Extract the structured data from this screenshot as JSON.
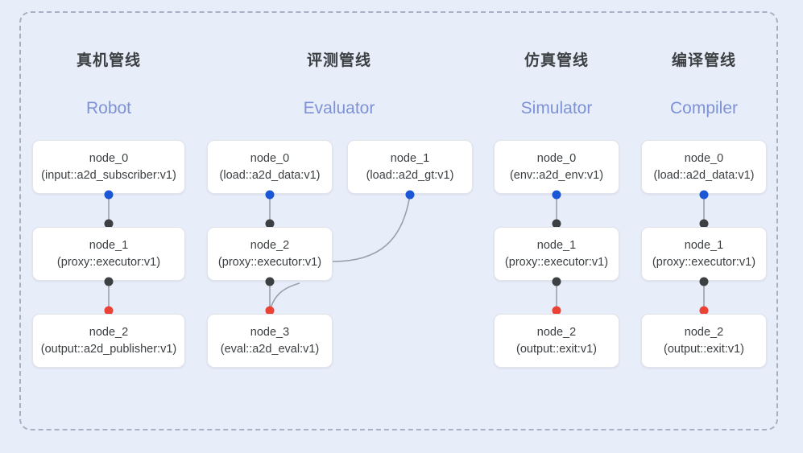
{
  "container": {
    "border_color": "#a9b0c4",
    "background": "#e8edfa"
  },
  "colors": {
    "accent_blue": "#1a56d6",
    "accent_red": "#ea4335",
    "accent_black": "#3c4043",
    "subtitle_blue": "#7e93d6",
    "edge_gray": "#9aa0ad",
    "node_bg": "#ffffff",
    "node_border": "#e2e4ea"
  },
  "columns": [
    {
      "key": "robot",
      "title": "真机管线",
      "subtitle": "Robot",
      "nodes": [
        {
          "id": "node_0",
          "type": "(input::a2d_subscriber:v1)"
        },
        {
          "id": "node_1",
          "type": "(proxy::executor:v1)"
        },
        {
          "id": "node_2",
          "type": "(output::a2d_publisher:v1)"
        }
      ]
    },
    {
      "key": "evaluator",
      "title": "评测管线",
      "subtitle": "Evaluator",
      "nodes": [
        {
          "id": "node_0",
          "type": "(load::a2d_data:v1)"
        },
        {
          "id": "node_1",
          "type": "(load::a2d_gt:v1)"
        },
        {
          "id": "node_2",
          "type": "(proxy::executor:v1)"
        },
        {
          "id": "node_3",
          "type": "(eval::a2d_eval:v1)"
        }
      ]
    },
    {
      "key": "simulator",
      "title": "仿真管线",
      "subtitle": "Simulator",
      "nodes": [
        {
          "id": "node_0",
          "type": "(env::a2d_env:v1)"
        },
        {
          "id": "node_1",
          "type": "(proxy::executor:v1)"
        },
        {
          "id": "node_2",
          "type": "(output::exit:v1)"
        }
      ]
    },
    {
      "key": "compiler",
      "title": "编译管线",
      "subtitle": "Compiler",
      "nodes": [
        {
          "id": "node_0",
          "type": "(load::a2d_data:v1)"
        },
        {
          "id": "node_1",
          "type": "(proxy::executor:v1)"
        },
        {
          "id": "node_2",
          "type": "(output::exit:v1)"
        }
      ]
    }
  ]
}
